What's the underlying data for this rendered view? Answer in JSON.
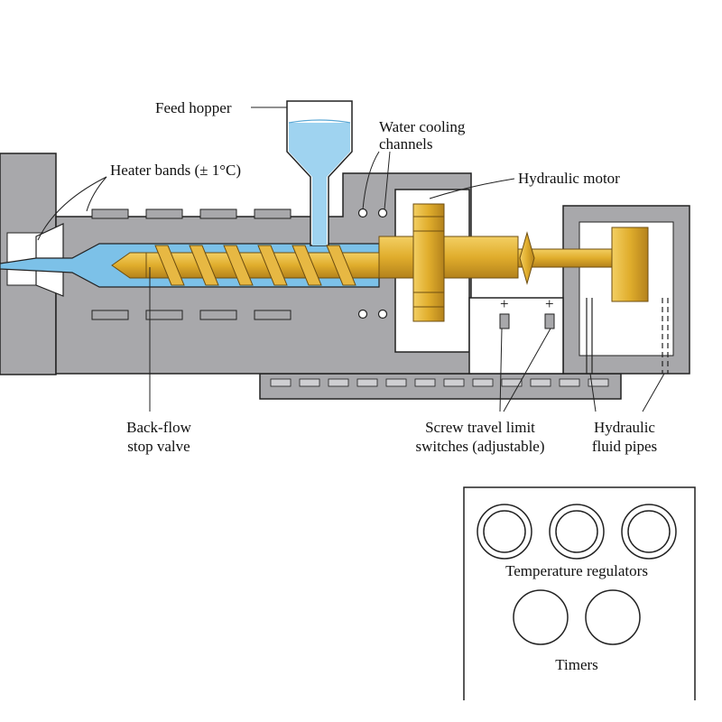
{
  "labels": {
    "feed_hopper": "Feed hopper",
    "water_cooling_1": "Water cooling",
    "water_cooling_2": "channels",
    "heater_bands": "Heater bands (± 1°C)",
    "hydraulic_motor": "Hydraulic motor",
    "backflow_1": "Back-flow",
    "backflow_2": "stop valve",
    "screw_limit_1": "Screw travel limit",
    "screw_limit_2": "switches (adjustable)",
    "hydraulic_pipes_1": "Hydraulic",
    "hydraulic_pipes_2": "fluid pipes"
  },
  "control_panel": {
    "temperature_regulators": "Temperature regulators",
    "timers": "Timers"
  },
  "switch_symbols": [
    "+",
    "+"
  ],
  "colors": {
    "body_gray": "#a8a8ab",
    "outline": "#222222",
    "brass": "#e0ad2c",
    "brass_dark": "#a8781a",
    "water_blue": "#9fd3f0",
    "melt_blue": "#7cc1e8"
  }
}
